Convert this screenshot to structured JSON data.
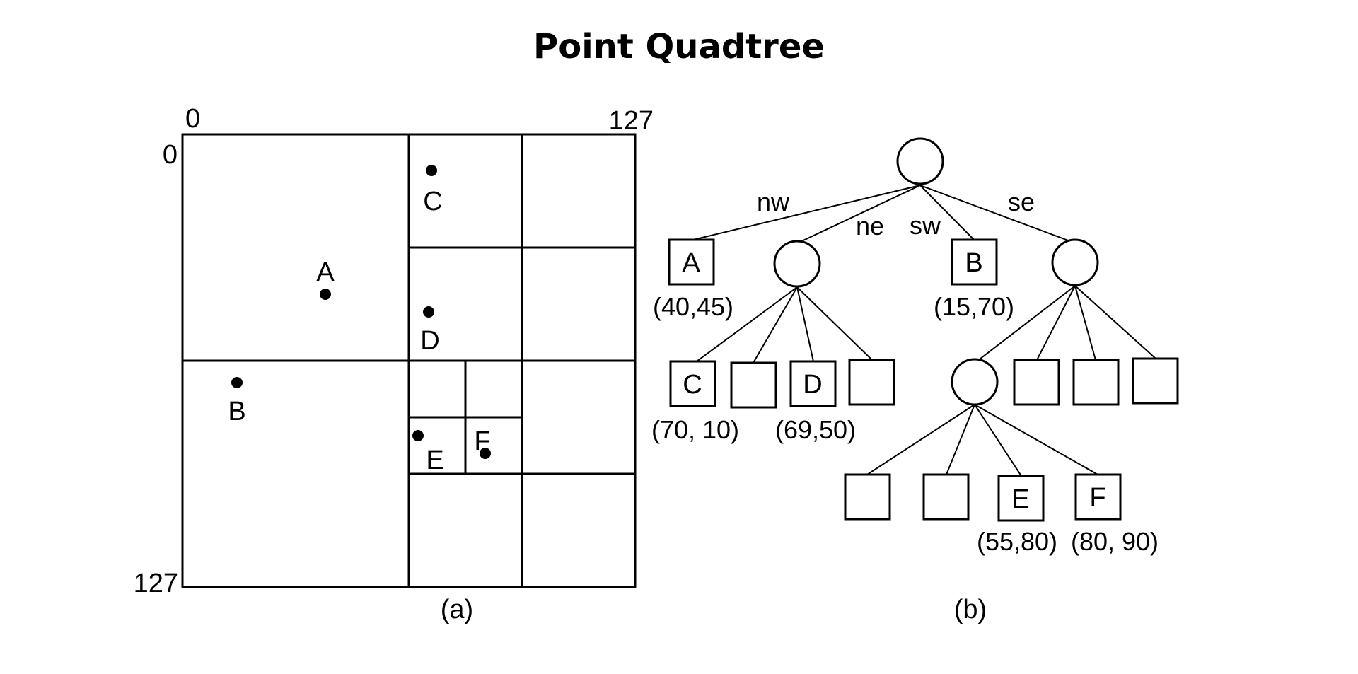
{
  "title": "Point Quadtree",
  "grid": {
    "axis_top_left": "0",
    "axis_top_right": "127",
    "axis_left_top": "0",
    "axis_left_bottom": "127",
    "caption": "(a)",
    "points": [
      {
        "name": "A"
      },
      {
        "name": "B"
      },
      {
        "name": "C"
      },
      {
        "name": "D"
      },
      {
        "name": "E"
      },
      {
        "name": "F"
      }
    ]
  },
  "tree": {
    "caption": "(b)",
    "edge_labels": {
      "nw": "nw",
      "ne": "ne",
      "sw": "sw",
      "se": "se"
    },
    "leaves": {
      "A": {
        "label": "A",
        "coord": "(40,45)"
      },
      "B": {
        "label": "B",
        "coord": "(15,70)"
      },
      "C": {
        "label": "C",
        "coord": "(70, 10)"
      },
      "D": {
        "label": "D",
        "coord": "(69,50)"
      },
      "E": {
        "label": "E",
        "coord": "(55,80)"
      },
      "F": {
        "label": "F",
        "coord": "(80, 90)"
      }
    }
  }
}
